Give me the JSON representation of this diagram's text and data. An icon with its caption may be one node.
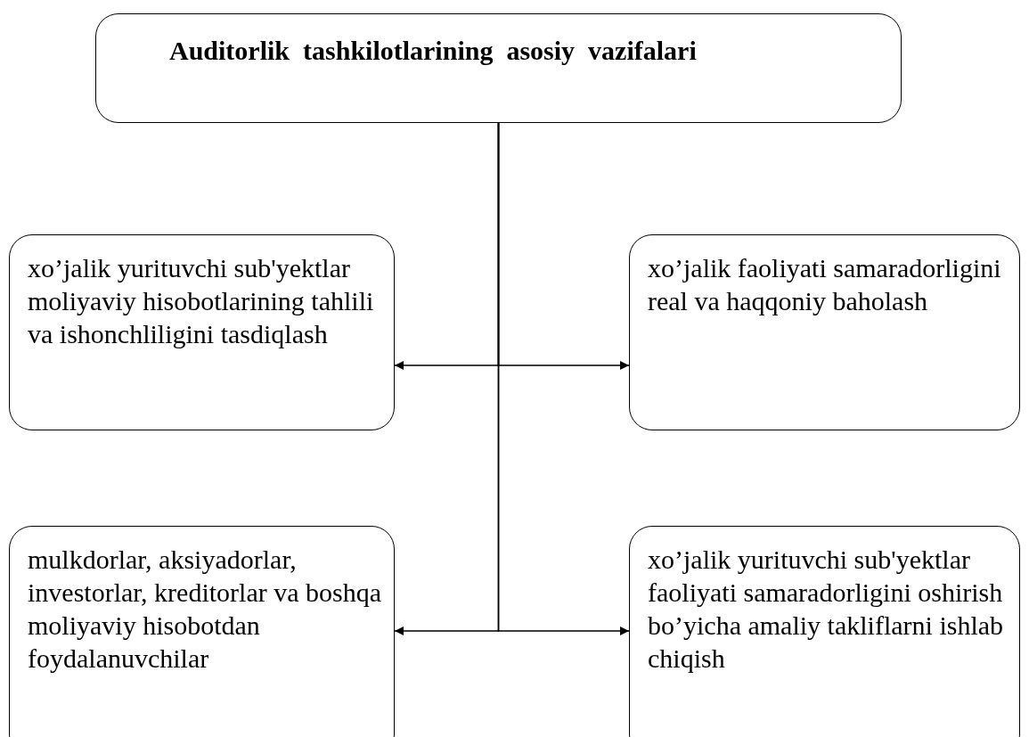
{
  "diagram": {
    "nodes": [
      {
        "text": [
          "Auditorlik  tashkilotlarining  asosiy  vazifalari"
        ]
      },
      {
        "text": [
          "xo’jalik yurituvchi sub'yektlar moliyaviy hisobotlarining tahlili va ishonchliligini tasdiqlash"
        ]
      },
      {
        "text": [
          "xo’jalik faoliyati samaradorligini real va haqqoniy baholash"
        ]
      },
      {
        "text": [
          "mulkdorlar, aksiyadorlar, investorlar, kreditorlar va boshqa moliyaviy hisobotdan foydalanuvchilar"
        ]
      },
      {
        "text": [
          "xo’jalik yurituvchi sub'yektlar faoliyati samaradorligini oshirish bo’yicha amaliy takliflarni ishlab chiqish"
        ]
      }
    ],
    "edges": [
      {
        "from": 0,
        "to": 1,
        "arrow": "to"
      },
      {
        "from": 0,
        "to": 2,
        "arrow": "to"
      },
      {
        "from": 0,
        "to": 3,
        "arrow": "to"
      },
      {
        "from": 0,
        "to": 4,
        "arrow": "to"
      }
    ]
  }
}
